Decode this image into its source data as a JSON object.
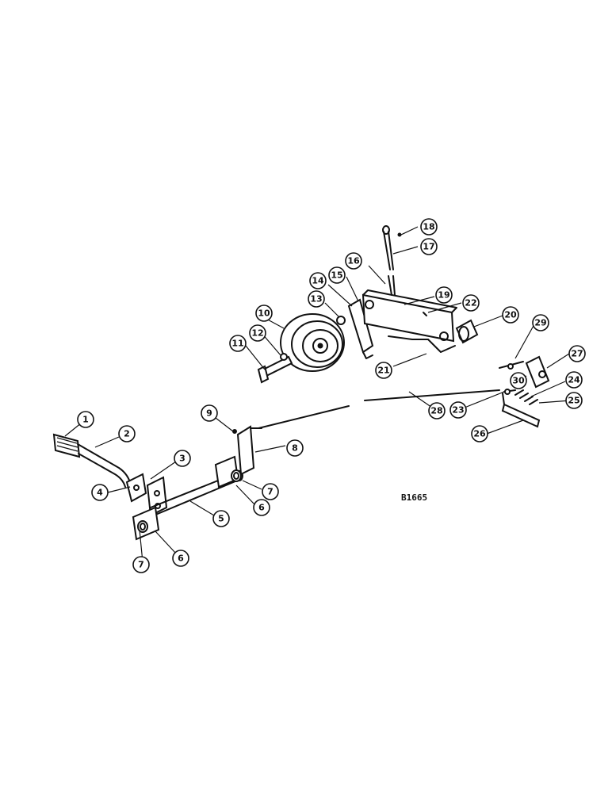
{
  "drawing_code": "B1665",
  "callouts": [
    {
      "id": "c1",
      "label": "1"
    },
    {
      "id": "c2",
      "label": "2"
    },
    {
      "id": "c3",
      "label": "3"
    },
    {
      "id": "c4",
      "label": "4"
    },
    {
      "id": "c5",
      "label": "5"
    },
    {
      "id": "c6a",
      "label": "6"
    },
    {
      "id": "c6b",
      "label": "6"
    },
    {
      "id": "c7a",
      "label": "7"
    },
    {
      "id": "c7b",
      "label": "7"
    },
    {
      "id": "c8",
      "label": "8"
    },
    {
      "id": "c9",
      "label": "9"
    },
    {
      "id": "c10",
      "label": "10"
    },
    {
      "id": "c11",
      "label": "11"
    },
    {
      "id": "c12",
      "label": "12"
    },
    {
      "id": "c13",
      "label": "13"
    },
    {
      "id": "c14",
      "label": "14"
    },
    {
      "id": "c15",
      "label": "15"
    },
    {
      "id": "c16",
      "label": "16"
    },
    {
      "id": "c17",
      "label": "17"
    },
    {
      "id": "c18",
      "label": "18"
    },
    {
      "id": "c19",
      "label": "19"
    },
    {
      "id": "c20",
      "label": "20"
    },
    {
      "id": "c21",
      "label": "21"
    },
    {
      "id": "c22",
      "label": "22"
    },
    {
      "id": "c23",
      "label": "23"
    },
    {
      "id": "c24",
      "label": "24"
    },
    {
      "id": "c25",
      "label": "25"
    },
    {
      "id": "c26",
      "label": "26"
    },
    {
      "id": "c27",
      "label": "27"
    },
    {
      "id": "c28",
      "label": "28"
    },
    {
      "id": "c29",
      "label": "29"
    },
    {
      "id": "c30",
      "label": "30"
    }
  ]
}
